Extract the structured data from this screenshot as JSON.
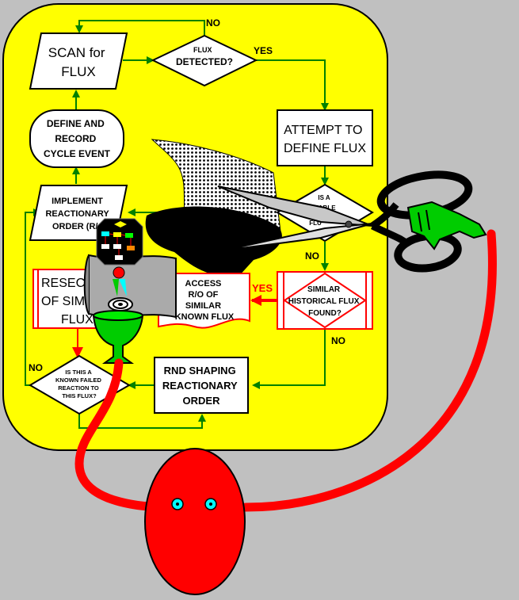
{
  "colors": {
    "background": "#c0c0c0",
    "panel": "#ffff00",
    "arrow": "#008000",
    "red": "#ff0000",
    "green": "#00cc00",
    "cyan": "#00ffff"
  },
  "flow": {
    "scan": [
      "SCAN for",
      "FLUX"
    ],
    "detected": [
      "FLUX",
      "DETECTED?"
    ],
    "attempt": [
      "ATTEMPT TO",
      "DEFINE FLUX"
    ],
    "define_record": [
      "DEFINE AND",
      "RECORD",
      "CYCLE EVENT"
    ],
    "implement": [
      "IMPLEMENT",
      "REACTIONARY",
      "ORDER (R/O"
    ],
    "viable": [
      "IS A",
      "VIABLE",
      "FLU"
    ],
    "similar": [
      "SIMILAR",
      "HISTORICAL FLUX",
      "FOUND?"
    ],
    "access": [
      "ACCESS",
      "R/O OF",
      "SIMILAR",
      "KNOWN FLUX"
    ],
    "resect": [
      "RESECT",
      "OF SIMI",
      "FLUX"
    ],
    "known_failed": [
      "IS THIS A",
      "KNOWN FAILED",
      "REACTION TO",
      "THIS FLUX?"
    ],
    "rnd": [
      "RND SHAPING",
      "REACTIONARY",
      "ORDER"
    ]
  },
  "labels": {
    "no_top": "NO",
    "yes_detected": "YES",
    "no_viable": "NO",
    "yes_similar": "YES",
    "no_similar": "NO",
    "no_left": "NO"
  },
  "icons": [
    "scissors-icon",
    "green-cup-icon",
    "red-blob-creature-icon",
    "circuit-chip-icon"
  ]
}
